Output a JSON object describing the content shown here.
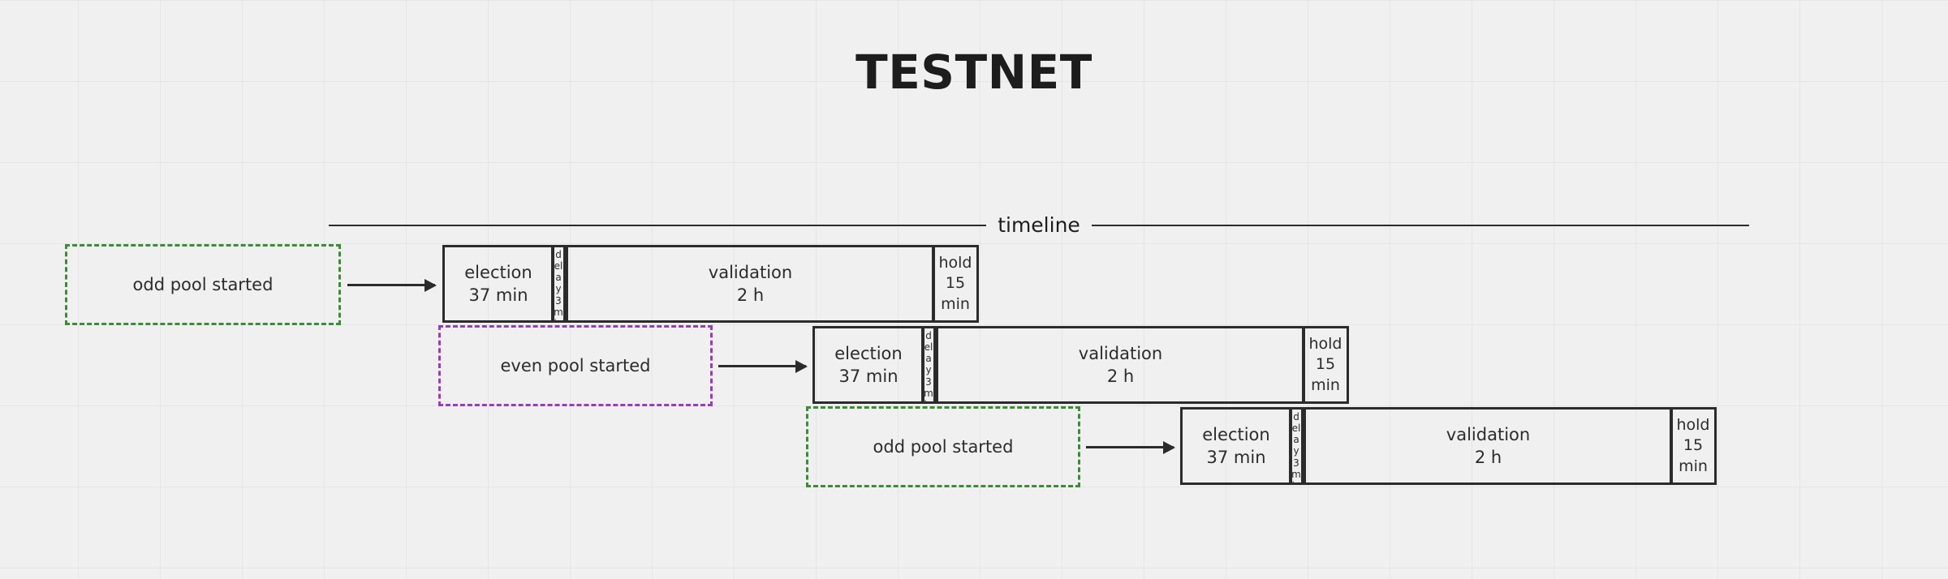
{
  "page": {
    "title": "TESTNET",
    "background_color": "#f0f0f0",
    "line_color": "#2b2b2b",
    "green_color": "#3d8b37",
    "purple_color": "#9a3cb8"
  },
  "timeline": {
    "axis_label": "timeline"
  },
  "rows": [
    {
      "note": {
        "label": "odd pool started",
        "style": "green"
      },
      "phases": [
        {
          "name": "election",
          "duration": "37 min"
        },
        {
          "name": "delay",
          "duration": "3 min"
        },
        {
          "name": "validation",
          "duration": "2 h"
        },
        {
          "name": "hold",
          "duration": "15 min"
        }
      ]
    },
    {
      "note": {
        "label": "even pool started",
        "style": "purple"
      },
      "phases": [
        {
          "name": "election",
          "duration": "37 min"
        },
        {
          "name": "delay",
          "duration": "3 min"
        },
        {
          "name": "validation",
          "duration": "2 h"
        },
        {
          "name": "hold",
          "duration": "15 min"
        }
      ]
    },
    {
      "note": {
        "label": "odd pool started",
        "style": "green"
      },
      "phases": [
        {
          "name": "election",
          "duration": "37 min"
        },
        {
          "name": "delay",
          "duration": "3 min"
        },
        {
          "name": "validation",
          "duration": "2 h"
        },
        {
          "name": "hold",
          "duration": "15 min"
        }
      ]
    }
  ]
}
